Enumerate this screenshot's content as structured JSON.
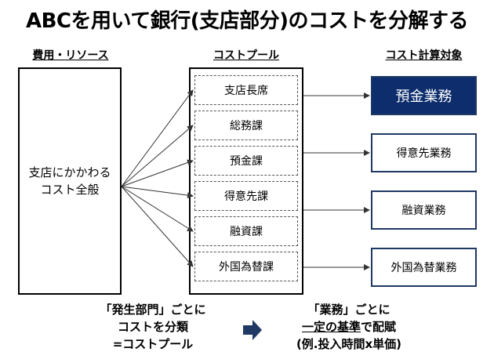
{
  "title": "ABCを用いて銀行(支店部分)のコストを分解する",
  "headers": {
    "resources": "費用・リソース",
    "pool": "コストプール",
    "targets": "コスト計算対象"
  },
  "resource_box": "支店にかかわる\nコスト全般",
  "pool_items": [
    "支店長席",
    "総務課",
    "預金課",
    "得意先課",
    "融資課",
    "外国為替課"
  ],
  "targets": [
    "預金業務",
    "得意先業務",
    "融資業務",
    "外国為替業務"
  ],
  "notes": {
    "left": [
      "「発生部門」ごとに",
      "コストを分類",
      "=コストプール"
    ],
    "right": {
      "line1": "「業務」ごとに",
      "line2_a": "一定の基準",
      "line2_b": "で配賦",
      "line3": "(例.投入時間x単価)"
    }
  },
  "colors": {
    "primary_fill": "#0d2d6c",
    "target_border": "#1f3864",
    "arrow": "#1f3864"
  }
}
